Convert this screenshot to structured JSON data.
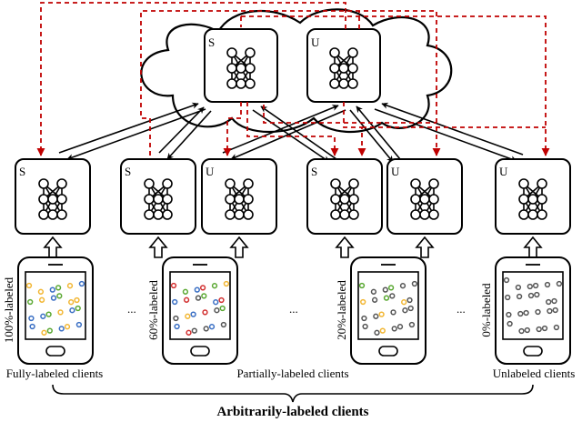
{
  "server": {
    "models": [
      {
        "tag": "S"
      },
      {
        "tag": "U"
      }
    ]
  },
  "clients": [
    {
      "models": [
        "S"
      ],
      "label_ratio": "100%-labeled"
    },
    {
      "models": [
        "S",
        "U"
      ],
      "label_ratio": "60%-labeled"
    },
    {
      "models": [
        "S",
        "U"
      ],
      "label_ratio": "20%-labeled"
    },
    {
      "models": [
        "U"
      ],
      "label_ratio": "0%-labeled"
    }
  ],
  "ellipsis": [
    "...",
    "...",
    "..."
  ],
  "groups": {
    "fully": "Fully-labeled clients",
    "partially": "Partially-labeled clients",
    "unlabeled": "Unlabeled clients"
  },
  "caption": "Arbitrarily-labeled clients",
  "colors": {
    "arrow_red": "#c00000",
    "yellow": "#f2b632",
    "blue": "#3a6fc4",
    "green": "#5aa832",
    "red": "#d23030",
    "gray": "#555555"
  }
}
